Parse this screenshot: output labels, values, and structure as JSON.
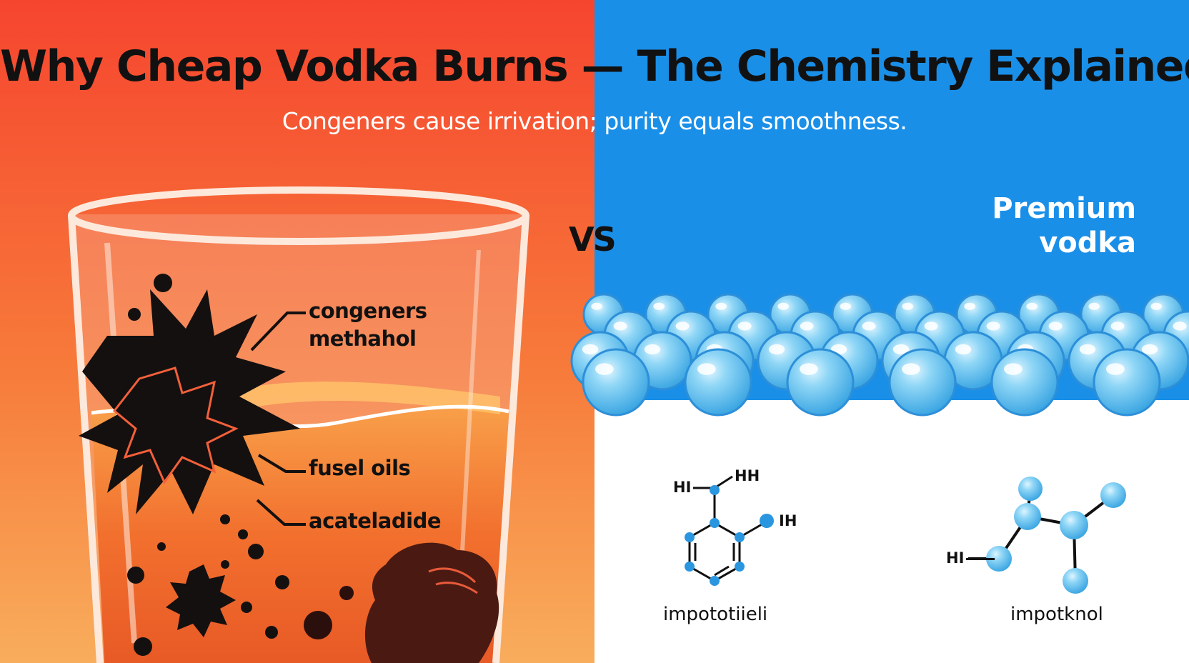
{
  "title": "Why Cheap Vodka Burns — The Chemistry Explained",
  "subtitle": "Congeners cause irrivation; purity equals smoothness.",
  "versus": "VS",
  "right_label": "Premium\nvodka",
  "cheap_labels": {
    "congeners": "congeners",
    "methanol": "methahol",
    "fusel": "fusel oils",
    "acetaldehyde": "acateladide"
  },
  "molecule_left": {
    "name": "impototiieli",
    "atoms": {
      "top_left": "HI",
      "top_right": "HH",
      "right": "IH"
    }
  },
  "molecule_right": {
    "name": "impotknol",
    "atoms": {
      "left": "HI"
    }
  },
  "colors": {
    "left_bg_top": "#f6472e",
    "left_bg_bottom": "#f8a355",
    "right_bg": "#1a8fe8",
    "bubble": "#7fd0f2",
    "atom": "#2a96e0",
    "impurity": "#161010"
  }
}
